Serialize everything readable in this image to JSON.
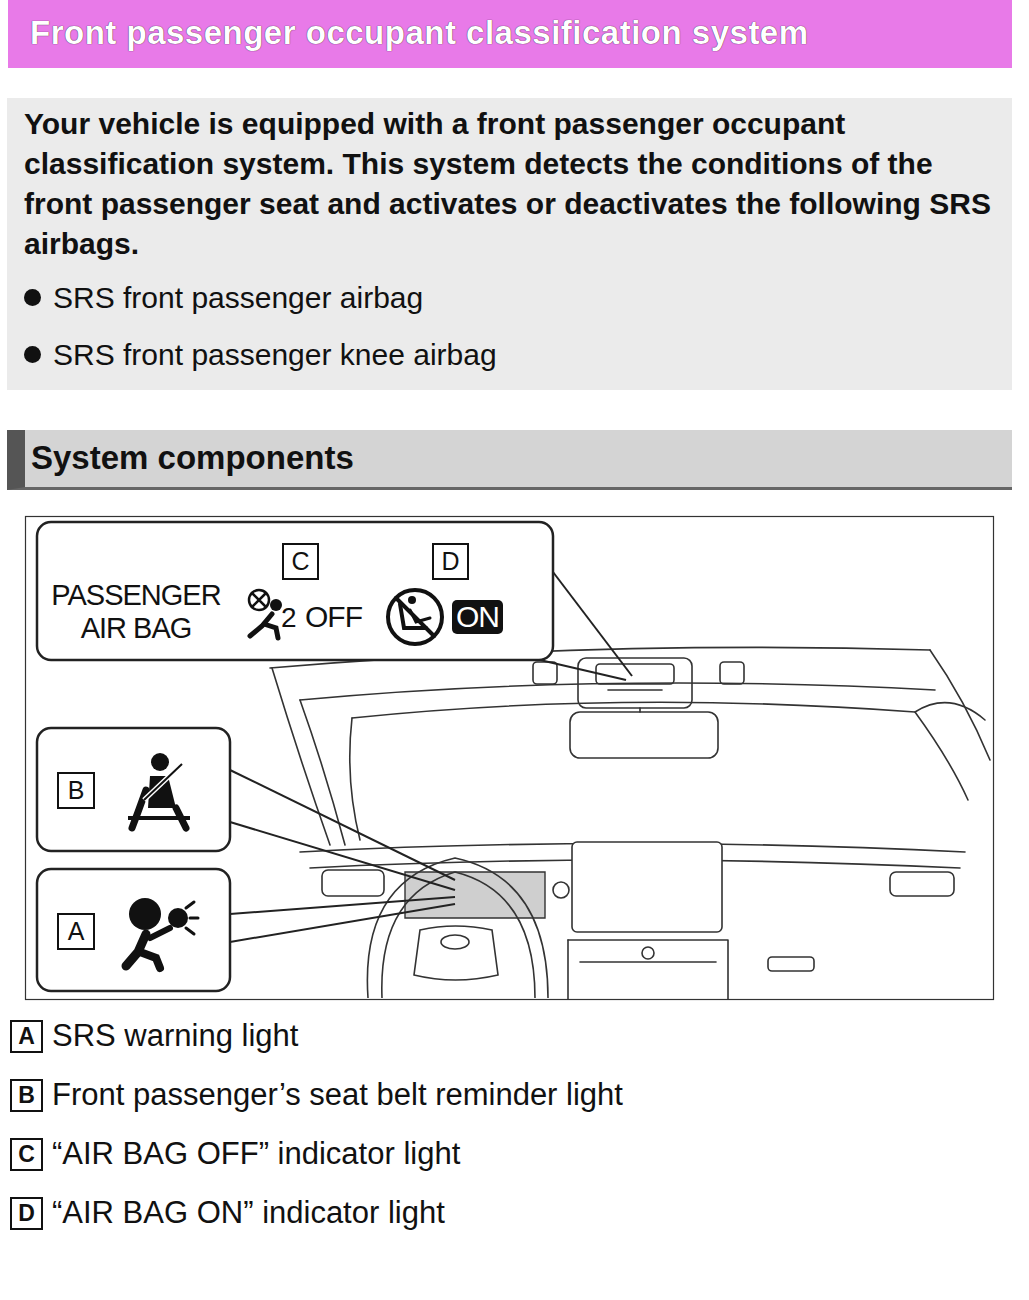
{
  "diagram": {
    "title": "Front passenger occupant classification system",
    "nodes": [
      {
        "text": [
          "Your vehicle is equipped with a front passenger occupant classification system. This system detects the conditions of the front passenger seat and activates or deactivates the following SRS airbags.",
          "SRS front passenger airbag",
          "SRS front passenger knee airbag"
        ]
      },
      {
        "text": [
          "System components"
        ]
      },
      {
        "text": [
          "PASSENGER AIR BAG",
          "OFF",
          "ON"
        ]
      },
      {
        "text": [
          "C"
        ],
        "in": 2
      },
      {
        "text": [
          "D"
        ],
        "in": 2
      },
      {
        "text": [
          "B"
        ]
      },
      {
        "text": [
          "A"
        ]
      },
      {
        "text": [
          "A"
        ]
      },
      {
        "text": [
          "B"
        ]
      },
      {
        "text": [
          "C"
        ]
      },
      {
        "text": [
          "D"
        ]
      }
    ],
    "labels": [
      "2",
      "SRS warning light",
      "Front passenger’s seat belt reminder light",
      "“AIR BAG OFF” indicator light",
      "“AIR BAG ON” indicator light"
    ]
  }
}
